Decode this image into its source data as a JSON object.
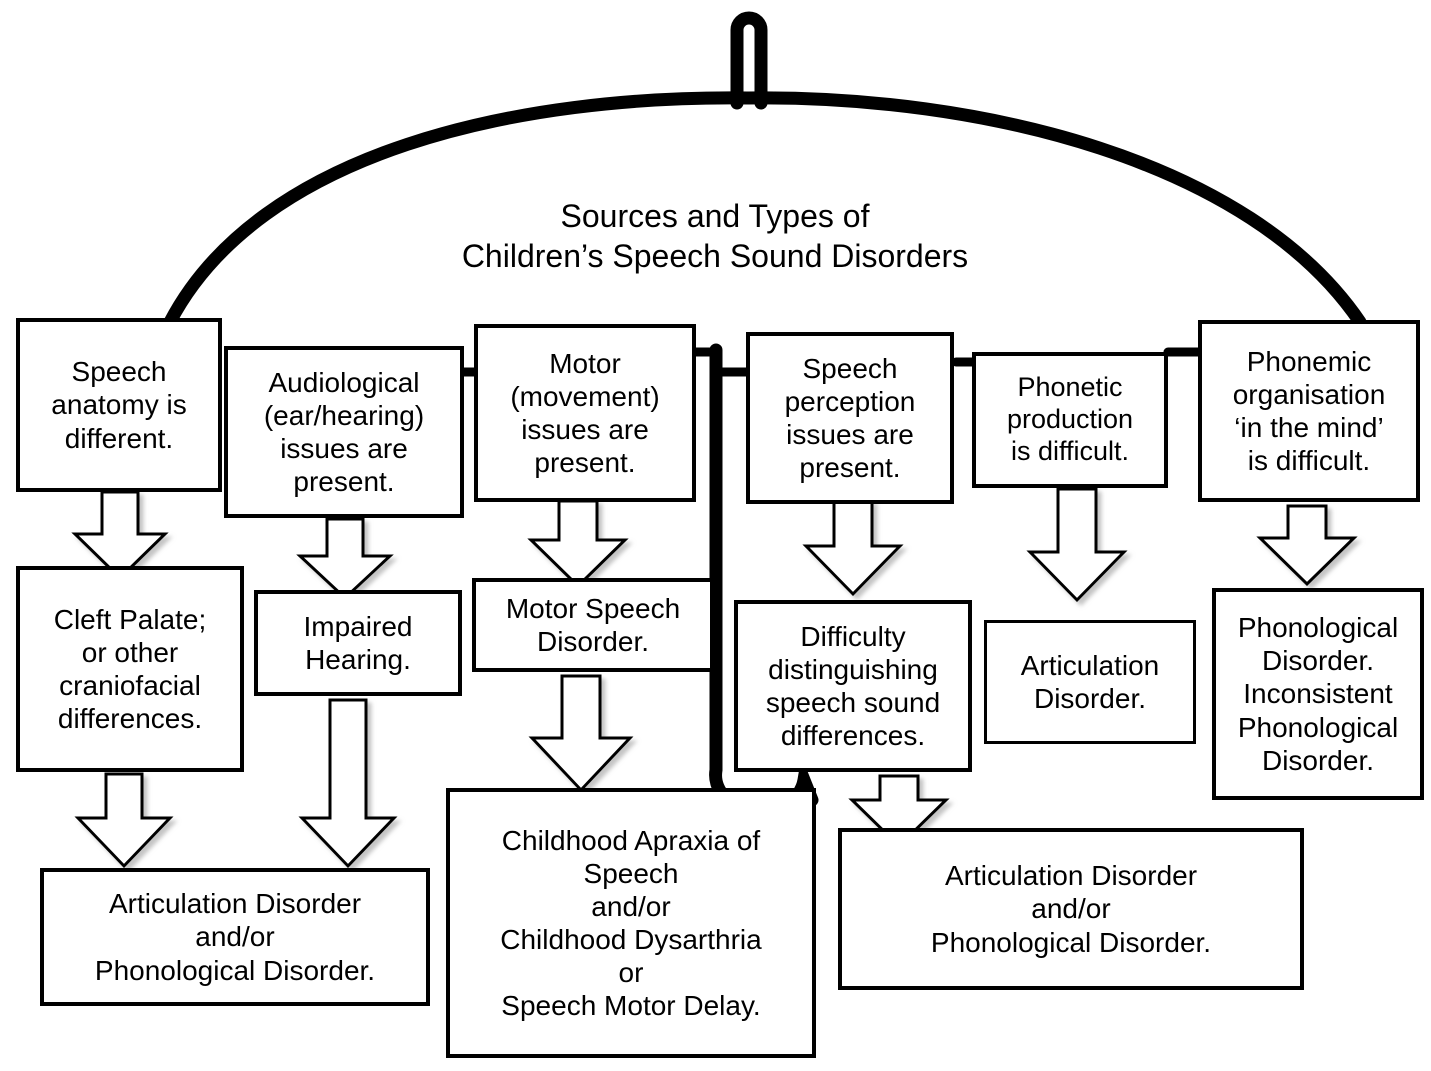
{
  "diagram": {
    "title": "Sources and Types of\nChildren’s Speech Sound Disorders",
    "shape_name": "umbrella",
    "colors": {
      "line": "#000000",
      "background": "#ffffff",
      "text": "#000000",
      "arrow_fill": "#ffffff"
    },
    "sources": [
      {
        "id": "speech-anatomy",
        "label": "Speech\nanatomy is\ndifferent."
      },
      {
        "id": "audiological",
        "label": "Audiological\n(ear/hearing)\nissues are\npresent."
      },
      {
        "id": "motor",
        "label": "Motor\n(movement)\nissues are\npresent."
      },
      {
        "id": "speech-perception",
        "label": "Speech\nperception\nissues are\npresent."
      },
      {
        "id": "phonetic-production",
        "label": "Phonetic\nproduction\nis difficult."
      },
      {
        "id": "phonemic-organisation",
        "label": "Phonemic\norganisation\n‘in the mind’\nis difficult."
      }
    ],
    "intermediate": [
      {
        "id": "cleft-palate",
        "label": "Cleft Palate;\nor other\ncraniofacial\ndifferences."
      },
      {
        "id": "impaired-hearing",
        "label": "Impaired\nHearing."
      },
      {
        "id": "motor-speech-disorder",
        "label": "Motor Speech\nDisorder."
      },
      {
        "id": "difficulty-distinguishing",
        "label": "Difficulty\ndistinguishing\nspeech sound\ndifferences."
      },
      {
        "id": "articulation-disorder",
        "label": "Articulation\nDisorder."
      },
      {
        "id": "phonological-disorder",
        "label": "Phonological\nDisorder.\nInconsistent\nPhonological\nDisorder."
      }
    ],
    "outcomes": [
      {
        "id": "outcome-left",
        "label": "Articulation Disorder\nand/or\nPhonological Disorder."
      },
      {
        "id": "outcome-middle",
        "label": "Childhood Apraxia of\nSpeech\nand/or\nChildhood Dysarthria\nor\nSpeech Motor Delay."
      },
      {
        "id": "outcome-right",
        "label": "Articulation Disorder\nand/or\nPhonological Disorder."
      }
    ]
  }
}
